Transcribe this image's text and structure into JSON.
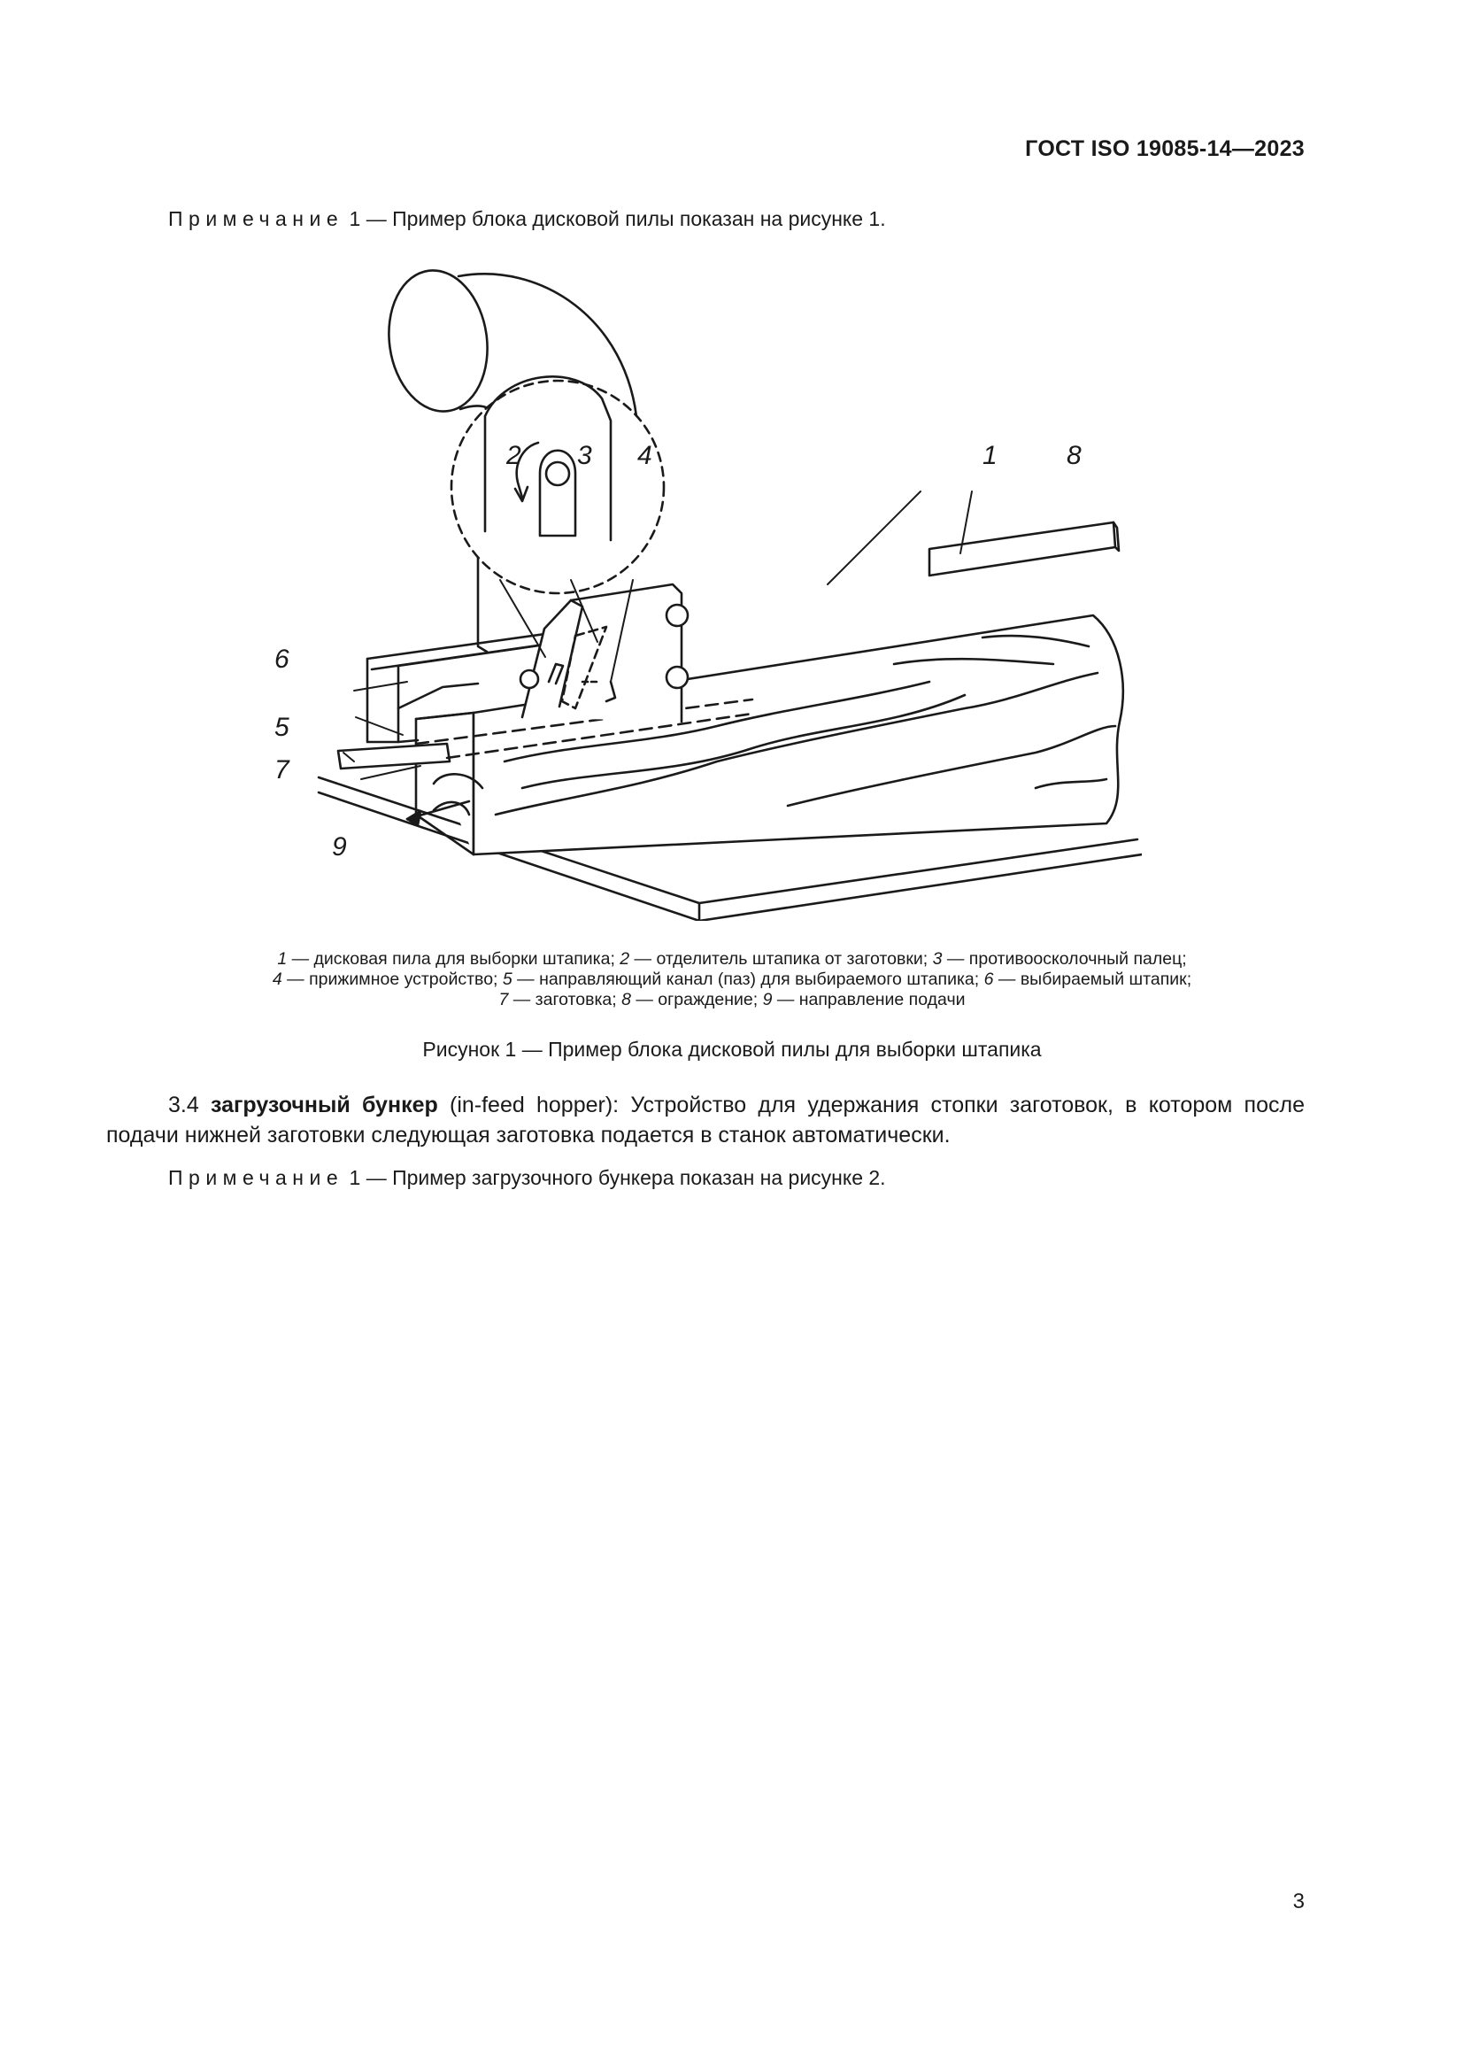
{
  "header": {
    "standard": "ГОСТ ISO 19085-14—2023"
  },
  "note1": {
    "label": "Примечание",
    "text": " 1 — Пример блока дисковой пилы показан на рисунке 1."
  },
  "figure": {
    "callouts": [
      "1",
      "2",
      "3",
      "4",
      "5",
      "6",
      "7",
      "8",
      "9"
    ],
    "legend": {
      "line1": [
        {
          "n": "1",
          "t": " — дисковая пила для выборки штапика; "
        },
        {
          "n": "2",
          "t": " — отделитель штапика от заготовки; "
        },
        {
          "n": "3",
          "t": " — противоосколочный палец;"
        }
      ],
      "line2": [
        {
          "n": "4",
          "t": " — прижимное устройство; "
        },
        {
          "n": "5",
          "t": " — направляющий канал (паз) для выбираемого штапика; "
        },
        {
          "n": "6",
          "t": " — выбираемый штапик;"
        }
      ],
      "line3": [
        {
          "n": "7",
          "t": " — заготовка; "
        },
        {
          "n": "8",
          "t": " — ограждение; "
        },
        {
          "n": "9",
          "t": " — направление подачи"
        }
      ]
    },
    "caption": "Рисунок 1 — Пример блока дисковой пилы для выборки штапика"
  },
  "section": {
    "number": "3.4",
    "term": "загрузочный бункер",
    "english": "(in-feed hopper)",
    "definition": ": Устройство для удержания стопки заготовок, в котором после подачи нижней заготовки следующая заготовка подается в станок автоматически."
  },
  "note2": {
    "label": "Примечание",
    "text": " 1 — Пример загрузочного бункера показан на рисунке 2."
  },
  "page_number": "3"
}
